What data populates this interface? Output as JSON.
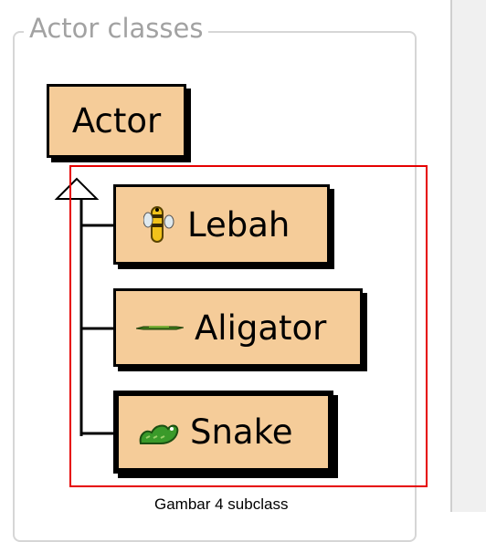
{
  "panel": {
    "legend": "Actor classes"
  },
  "classes": {
    "root": {
      "label": "Actor"
    },
    "subclasses": [
      {
        "label": "Lebah",
        "icon": "bee-icon",
        "selected": false
      },
      {
        "label": "Aligator",
        "icon": "alligator-icon",
        "selected": false
      },
      {
        "label": "Snake",
        "icon": "snake-icon",
        "selected": true
      }
    ]
  },
  "caption": "Gambar 4 subclass",
  "colors": {
    "class_fill": "#f5cc99",
    "highlight_border": "#e60000",
    "panel_border": "#d6d6d6",
    "legend_text": "#a2a2a2"
  }
}
